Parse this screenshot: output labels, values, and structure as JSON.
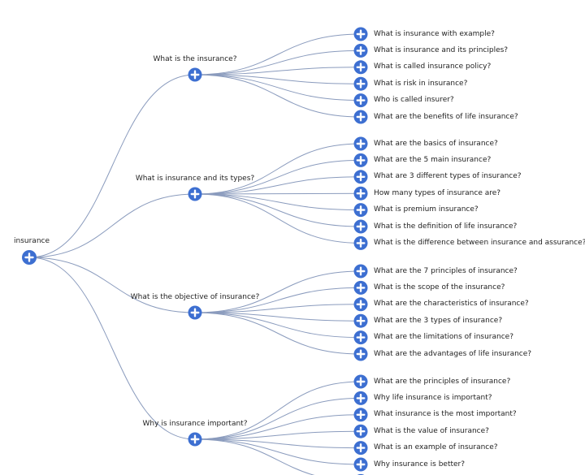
{
  "root": {
    "label": "insurance",
    "children": [
      {
        "label": "What is the insurance?",
        "children": [
          {
            "label": "What is insurance with example?"
          },
          {
            "label": "What is insurance and its principles?"
          },
          {
            "label": "What is called insurance policy?"
          },
          {
            "label": "What is risk in insurance?"
          },
          {
            "label": "Who is called insurer?"
          },
          {
            "label": "What are the benefits of life insurance?"
          }
        ]
      },
      {
        "label": "What is insurance and its types?",
        "children": [
          {
            "label": "What are the basics of insurance?"
          },
          {
            "label": "What are the 5 main insurance?"
          },
          {
            "label": "What are 3 different types of insurance?"
          },
          {
            "label": "How many types of insurance are?"
          },
          {
            "label": "What is premium insurance?"
          },
          {
            "label": "What is the definition of life insurance?"
          },
          {
            "label": "What is the difference between insurance and assurance?"
          }
        ]
      },
      {
        "label": "What is the objective of insurance?",
        "children": [
          {
            "label": "What are the 7 principles of insurance?"
          },
          {
            "label": "What is the scope of the insurance?"
          },
          {
            "label": "What are the characteristics of insurance?"
          },
          {
            "label": "What are the 3 types of insurance?"
          },
          {
            "label": "What are the limitations of insurance?"
          },
          {
            "label": "What are the advantages of life insurance?"
          }
        ]
      },
      {
        "label": "Why is insurance important?",
        "children": [
          {
            "label": "What are the principles of insurance?"
          },
          {
            "label": "Why life insurance is important?"
          },
          {
            "label": "What insurance is the most important?"
          },
          {
            "label": "What is the value of insurance?"
          },
          {
            "label": "What is an example of insurance?"
          },
          {
            "label": "Why insurance is better?"
          },
          {
            "label": ""
          }
        ]
      }
    ]
  },
  "colors": {
    "node": "#3d6fd1",
    "link": "#8a9bbd",
    "text": "#1f1f1f"
  },
  "icons": {
    "expand": "plus-icon"
  }
}
